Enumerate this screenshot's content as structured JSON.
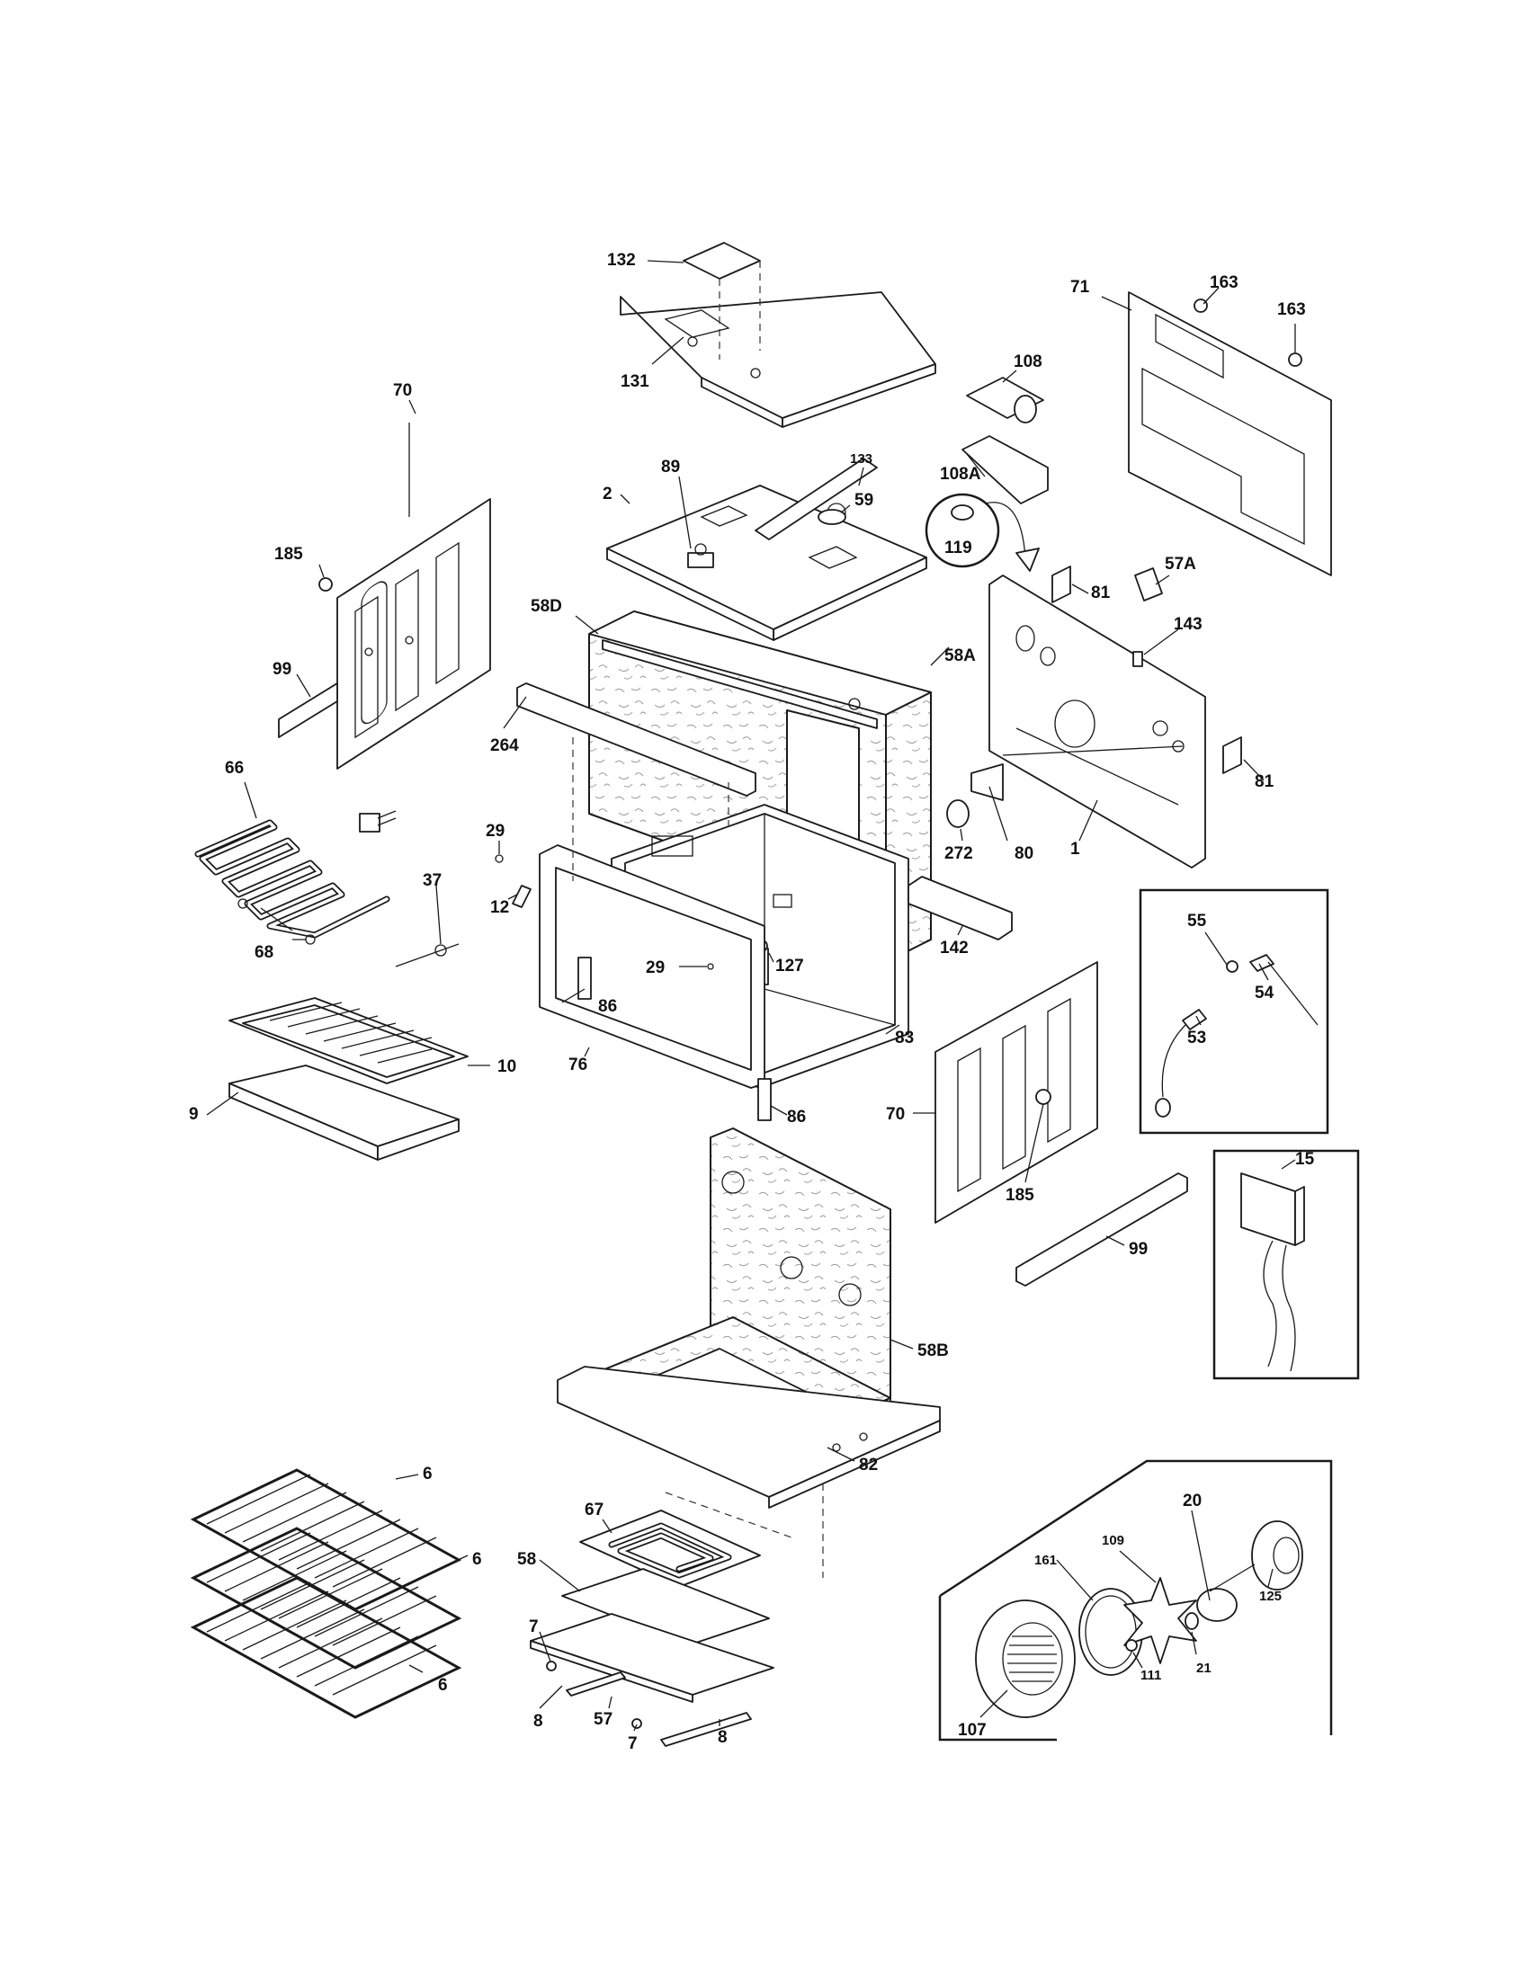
{
  "labels": {
    "l132": "132",
    "l131": "131",
    "l133": "133",
    "l163a": "163",
    "l163b": "163",
    "l71": "71",
    "l108": "108",
    "l108A": "108A",
    "l89": "89",
    "l2": "2",
    "l59": "59",
    "l119": "119",
    "l70a": "70",
    "l185a": "185",
    "l99a": "99",
    "l58D": "58D",
    "l58A": "58A",
    "l57A": "57A",
    "l81a": "81",
    "l143": "143",
    "l264": "264",
    "l81b": "81",
    "l66": "66",
    "l29a": "29",
    "l272": "272",
    "l80": "80",
    "l1": "1",
    "l37": "37",
    "l12": "12",
    "l55": "55",
    "l54": "54",
    "l68": "68",
    "l29b": "29",
    "l127": "127",
    "l142": "142",
    "l86a": "86",
    "l53": "53",
    "l10": "10",
    "l83": "83",
    "l76": "76",
    "l9": "9",
    "l86b": "86",
    "l70b": "70",
    "l185b": "185",
    "l15": "15",
    "l99b": "99",
    "l58B": "58B",
    "l6a": "6",
    "l82": "82",
    "l67": "67",
    "l20": "20",
    "l6b": "6",
    "l58": "58",
    "l109": "109",
    "l161": "161",
    "l21": "21",
    "l125": "125",
    "l7a": "7",
    "l111": "111",
    "l6c": "6",
    "l8a": "8",
    "l57": "57",
    "l107": "107",
    "l8b": "8",
    "l7b": "7"
  }
}
